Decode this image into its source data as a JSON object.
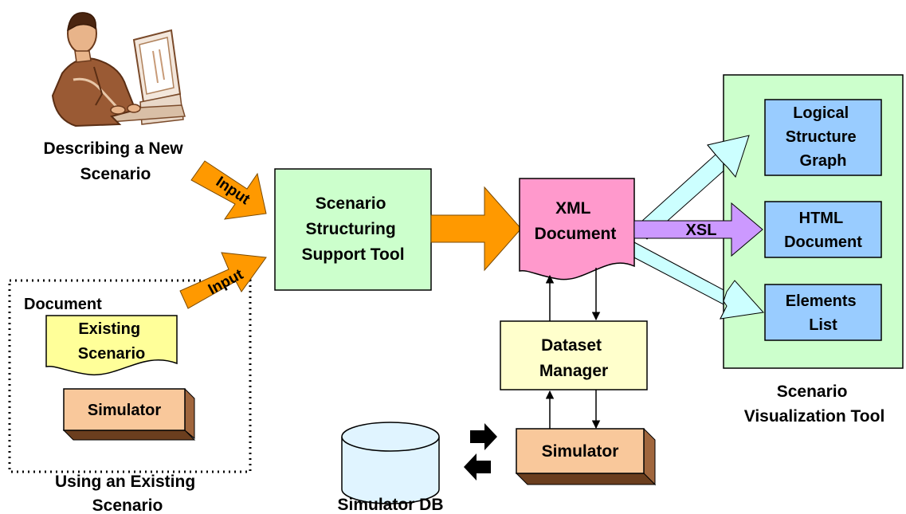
{
  "colors": {
    "input_arrow": "#ff9900",
    "main_arrow": "#ff9900",
    "xsl_arrow": "#cc99ff",
    "vis_arrow": "#ccffff",
    "structuring_tool": "#ccffcc",
    "xml_document": "#ff99cc",
    "dataset_manager": "#ffffcc",
    "existing_scenario": "#ffff99",
    "simulator": "#f9c89b",
    "simulator_side": "#a0663d",
    "visual_panel": "#ccffcc",
    "visual_boxes": "#99ccff",
    "database": "#e0f4ff"
  },
  "icons": {
    "person": "person-at-computer-icon",
    "database": "database-cylinder-icon",
    "exchange": "bidirectional-arrows-icon"
  },
  "labels": {
    "new_scenario": [
      "Describing a New",
      "Scenario"
    ],
    "existing_group_title": [
      "Using an Existing",
      "Scenario"
    ],
    "document_label": "Document",
    "existing_scenario": [
      "Existing",
      "Scenario"
    ],
    "simulator_left": "Simulator",
    "input_top": "Input",
    "input_bottom": "Input",
    "structuring_tool": [
      "Scenario",
      "Structuring",
      "Support Tool"
    ],
    "xml_document": [
      "XML",
      "Document"
    ],
    "xsl": "XSL",
    "dataset_manager": [
      "Dataset",
      "Manager"
    ],
    "simulator_bottom": "Simulator",
    "simulator_db": "Simulator DB",
    "visualization_tool": [
      "Scenario",
      "Visualization Tool"
    ],
    "outputs": [
      [
        "Logical",
        "Structure",
        "Graph"
      ],
      [
        "HTML",
        "Document"
      ],
      [
        "Elements",
        "List"
      ]
    ]
  }
}
